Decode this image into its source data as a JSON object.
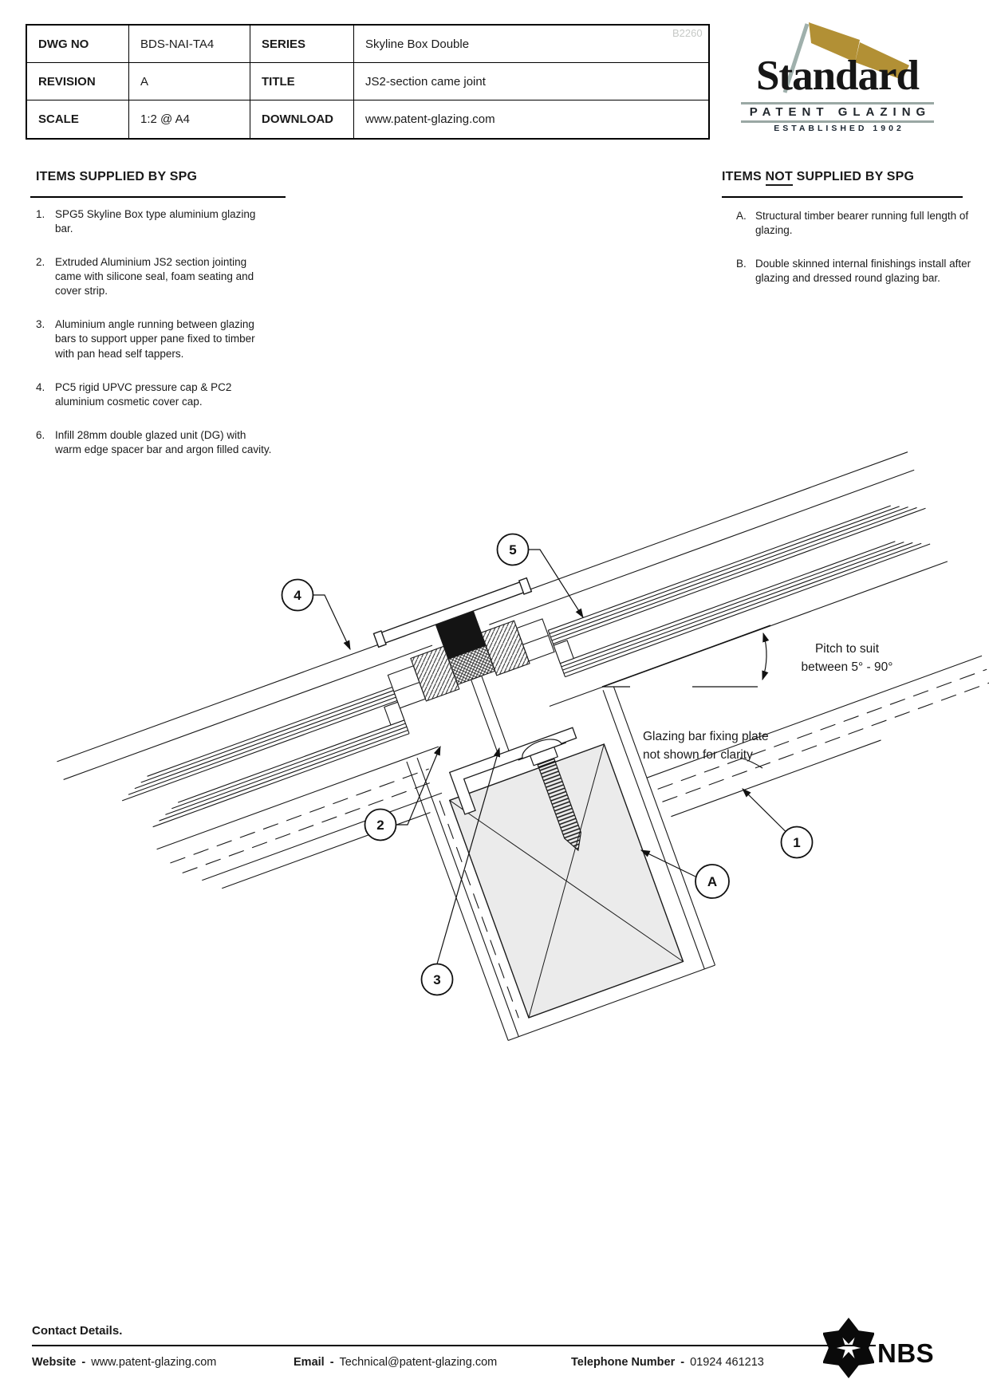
{
  "title_block": {
    "watermark": "B2260",
    "rows": [
      {
        "label1": "DWG NO",
        "value1": "BDS-NAI-TA4",
        "label2": "SERIES",
        "value2": "Skyline Box Double"
      },
      {
        "label1": "REVISION",
        "value1": "A",
        "label2": "TITLE",
        "value2": "JS2-section came joint"
      },
      {
        "label1": "SCALE",
        "value1": "1:2 @ A4",
        "label2": "DOWNLOAD",
        "value2": "www.patent-glazing.com"
      }
    ]
  },
  "logo": {
    "name": "Standard",
    "subtitle": "PATENT GLAZING",
    "established": "ESTABLISHED 1902",
    "flag_color": "#b29035",
    "pole_color": "#9fb0ac"
  },
  "supplied": {
    "heading": "ITEMS SUPPLIED BY SPG",
    "items": [
      {
        "num": "1.",
        "text": "SPG5 Skyline Box type aluminium glazing\nbar."
      },
      {
        "num": "2.",
        "text": "Extruded Aluminium JS2 section jointing\ncame with silicone seal, foam seating and\ncover strip."
      },
      {
        "num": "3.",
        "text": "Aluminium angle running between glazing\nbars to support upper pane fixed to timber\nwith pan head self tappers."
      },
      {
        "num": "4.",
        "text": "PC5 rigid UPVC pressure cap & PC2\naluminium cosmetic cover cap."
      },
      {
        "num": "6.",
        "text": "Infill 28mm double glazed unit (DG) with\nwarm edge spacer bar and argon filled cavity."
      }
    ]
  },
  "not_supplied": {
    "heading_pre": "ITEMS ",
    "heading_not": "NOT",
    "heading_post": " SUPPLIED BY SPG",
    "items": [
      {
        "num": "A.",
        "text": "Structural timber bearer running full length of\nglazing."
      },
      {
        "num": "B.",
        "text": "Double skinned internal finishings install after\nglazing and dressed round glazing bar."
      }
    ]
  },
  "drawing": {
    "callouts": {
      "c1": "1",
      "c2": "2",
      "c3": "3",
      "c4": "4",
      "c5": "5",
      "cA": "A"
    },
    "labels": {
      "pitch1": "Pitch to suit",
      "pitch2": "between 5° - 90°",
      "fixing1": "Glazing bar fixing plate",
      "fixing2": "not shown for clarity"
    }
  },
  "footer": {
    "heading": "Contact Details.",
    "sep": "-",
    "website_label": "Website",
    "website_value": "www.patent-glazing.com",
    "email_label": "Email",
    "email_value": "Technical@patent-glazing.com",
    "phone_label": "Telephone Number",
    "phone_value": "01924 461213",
    "nbs": "NBS"
  }
}
